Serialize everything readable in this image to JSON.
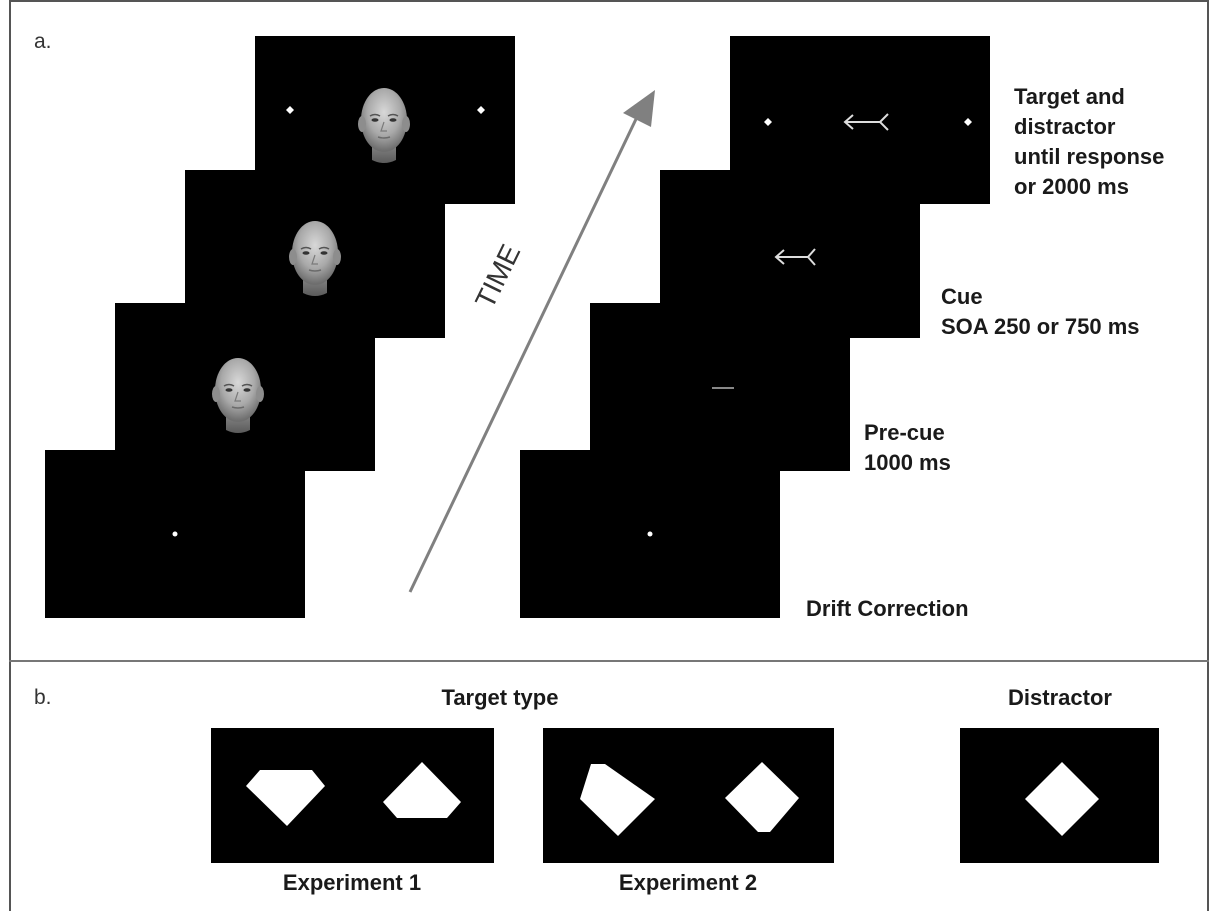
{
  "panel_a": {
    "label": "a.",
    "time_label": "TIME",
    "stage_labels": {
      "target": [
        "Target and",
        "distractor",
        "until response",
        "or 2000 ms"
      ],
      "cue": [
        "Cue",
        "SOA 250 or 750 ms"
      ],
      "precue": [
        "Pre-cue",
        "1000 ms"
      ],
      "drift": [
        "Drift Correction"
      ]
    }
  },
  "panel_b": {
    "label": "b.",
    "target_type_title": "Target type",
    "distractor_title": "Distractor",
    "experiment_1_label": "Experiment 1",
    "experiment_2_label": "Experiment 2"
  },
  "colors": {
    "screen": "#000000",
    "arrow": "#808080",
    "stimulus": "#ffffff"
  }
}
